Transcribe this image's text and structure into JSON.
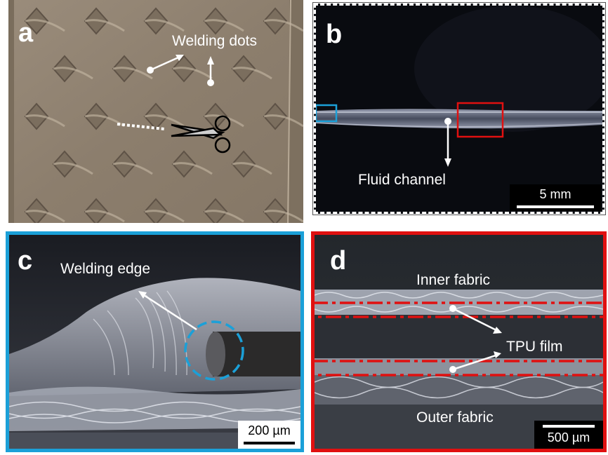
{
  "panels": {
    "a": {
      "letter": "a",
      "label_welding_dots": "Welding dots"
    },
    "b": {
      "letter": "b",
      "label_fluid_channel": "Fluid channel",
      "scale_bar": "5 mm"
    },
    "c": {
      "letter": "c",
      "label_welding_edge": "Welding edge",
      "scale_bar": "200 µm"
    },
    "d": {
      "letter": "d",
      "label_inner": "Inner fabric",
      "label_tpu": "TPU film",
      "label_outer": "Outer fabric",
      "scale_bar": "500 µm"
    }
  },
  "colors": {
    "panel_c_border": "#1ba0d8",
    "panel_d_border": "#e01010",
    "highlight_blue": "#1ba0d8",
    "highlight_red": "#e01010",
    "fabric_beige": "#8e8070"
  },
  "icons": [
    "scissors-icon"
  ]
}
